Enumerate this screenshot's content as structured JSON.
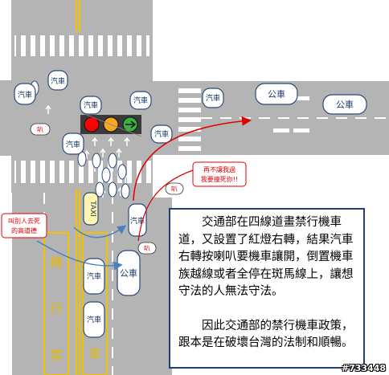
{
  "labels": {
    "car": "汽車",
    "bus": "公車",
    "scooter_horn": "叭",
    "taxi": "TAXI"
  },
  "callouts": {
    "left_callout": "叫別人去死的高道德",
    "right_callout": "再不讓我過我要撞死你!!"
  },
  "road_markings": {
    "bus_lane_left": [
      "機",
      "行",
      "禁"
    ],
    "bus_lane_right": [
      "機",
      "車"
    ]
  },
  "textbox": {
    "paragraph_1": "交通部在四線道畫禁行機車道，又設置了紅燈右轉，結果汽車右轉按喇叭要機車讓開，倒置機車族越線或者全停在斑馬線上，讓想守法的人無法守法。",
    "paragraph_2": "因此交通部的禁行機車政策，跟本是在破壞台灣的法制和順暢。"
  },
  "watermark": "#733448",
  "colors": {
    "road": "#b4b4b4",
    "light_red": "#ff0000",
    "light_yellow": "#f5a623",
    "light_green": "#3cb043",
    "arrow_red": "#e00000",
    "arrow_blue": "#4a7fc0",
    "lane_yellow": "#f2c100",
    "box_border": "#1f3f7a"
  }
}
